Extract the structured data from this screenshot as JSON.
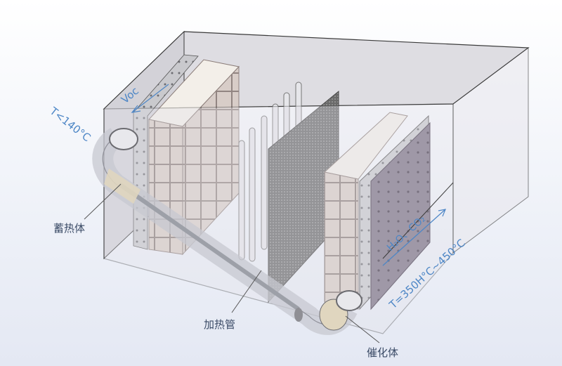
{
  "labels": {
    "voc": "Voc",
    "inlet_temp": "T<140°C",
    "regenerator": "蓄热体",
    "heating_tube": "加热管",
    "catalyst": "催化体",
    "outlet_gas": "H₂O、CO₂",
    "reaction_temp": "T=350H°C~450°C"
  },
  "colors": {
    "annotation": "#4d86c6",
    "box_edge": "#3a3a3a",
    "catalyst_panel": "#7a6e82",
    "mesh_panel": "#5e5e5e",
    "brick": "#e8e2da"
  }
}
